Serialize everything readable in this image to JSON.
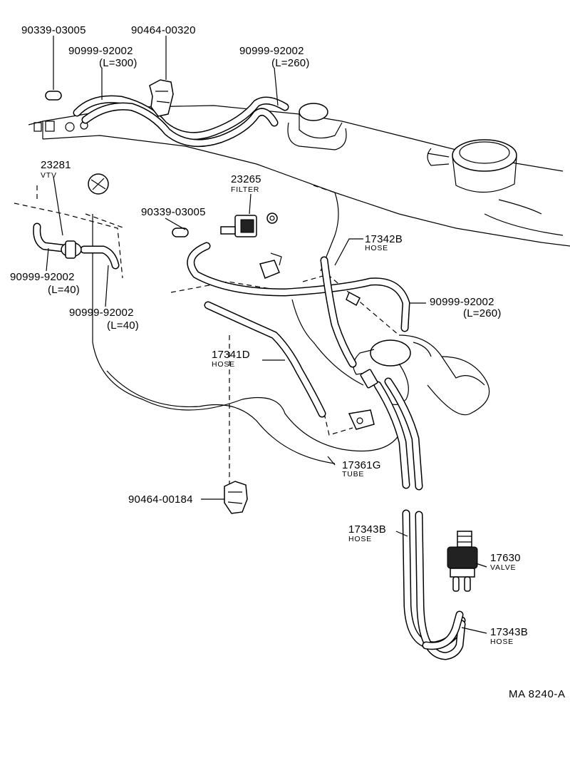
{
  "diagram": {
    "reference_code": "MA 8240-A",
    "callouts": [
      {
        "id": "c1",
        "number": "90339-03005",
        "sub": ""
      },
      {
        "id": "c2",
        "number": "90464-00320",
        "sub": ""
      },
      {
        "id": "c3",
        "number": "90999-92002",
        "sub": "(L=300)"
      },
      {
        "id": "c4",
        "number": "90999-92002",
        "sub": "(L=260)"
      },
      {
        "id": "c5",
        "number": "23281",
        "sub": "VTV"
      },
      {
        "id": "c6",
        "number": "23265",
        "sub": "FILTER"
      },
      {
        "id": "c7",
        "number": "90339-03005",
        "sub": ""
      },
      {
        "id": "c8",
        "number": "17342B",
        "sub": "HOSE"
      },
      {
        "id": "c9",
        "number": "90999-92002",
        "sub": "(L=40)"
      },
      {
        "id": "c10",
        "number": "90999-92002",
        "sub": "(L=40)"
      },
      {
        "id": "c11",
        "number": "90999-92002",
        "sub": "(L=260)"
      },
      {
        "id": "c12",
        "number": "17341D",
        "sub": "HOSE"
      },
      {
        "id": "c13",
        "number": "17361G",
        "sub": "TUBE"
      },
      {
        "id": "c14",
        "number": "90464-00184",
        "sub": ""
      },
      {
        "id": "c15",
        "number": "17343B",
        "sub": "HOSE"
      },
      {
        "id": "c16",
        "number": "17630",
        "sub": "VALVE"
      },
      {
        "id": "c17",
        "number": "17343B",
        "sub": "HOSE"
      }
    ]
  }
}
